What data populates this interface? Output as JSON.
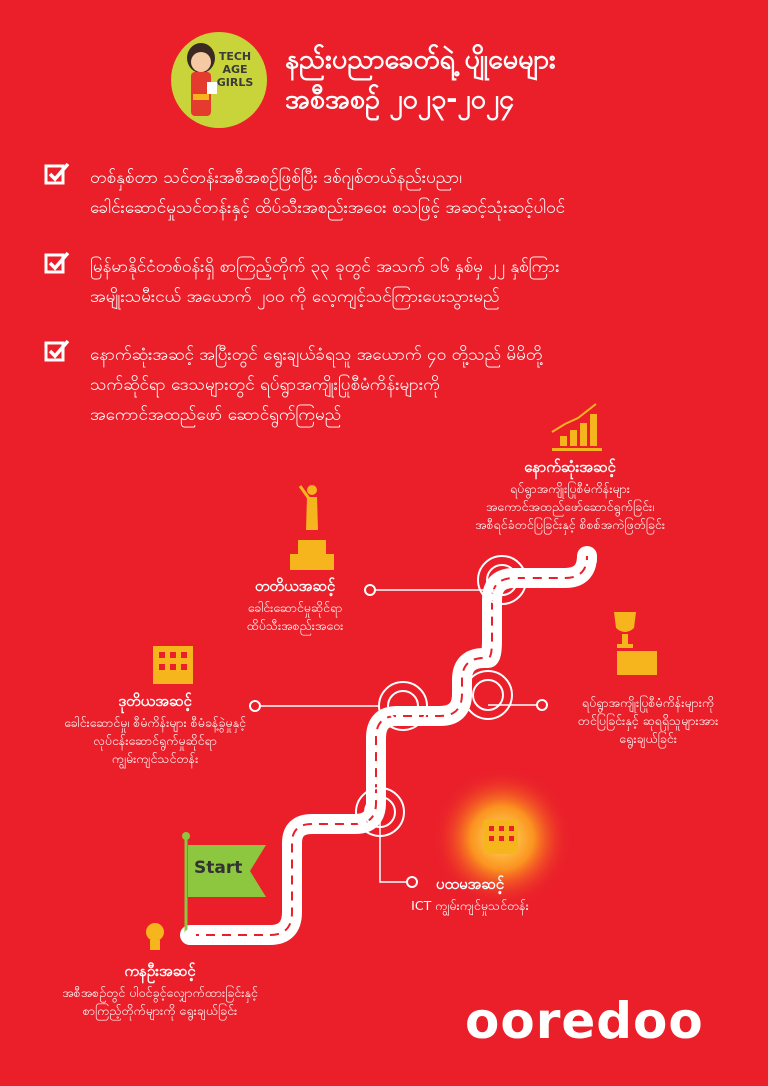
{
  "logo": {
    "badge_text": [
      "TECH",
      "AGE",
      "GIRLS"
    ]
  },
  "title": {
    "line1": "နည်းပညာခေတ်ရဲ့ ပျိုမေများ",
    "line2": "အစီအစဉ် ၂၀၂၃-၂၀၂၄"
  },
  "bullets": [
    {
      "line1": "တစ်နှစ်တာ သင်တန်းအစီအစဉ်ဖြစ်ပြီး ဒစ်ဂျစ်တယ်နည်းပညာ၊",
      "line2": "ခေါင်းဆောင်မှုသင်တန်းနှင့် ထိပ်သီးအစည်းအဝေး စသဖြင့် အဆင့်သုံးဆင့်ပါဝင်"
    },
    {
      "line1": "မြန်မာနိုင်ငံတစ်ဝန်းရှိ စာကြည့်တိုက် ၃၃ ခုတွင် အသက် ၁၆ နှစ်မှ ၂၂ နှစ်ကြား",
      "line2": "အမျိုးသမီးငယ် အယောက် ၂၀၀ ကို လေ့ကျင့်သင်ကြားပေးသွားမည်"
    },
    {
      "line1": "နောက်ဆုံးအဆင့် အပြီးတွင် ရွေးချယ်ခံရသူ အယောက် ၄၀ တို့သည် မိမိတို့",
      "line2": "သက်ဆိုင်ရာ ဒေသများတွင် ရပ်ရွာအကျိုးပြုစီမံကိန်းများကို",
      "line3": "အကောင်အထည်ဖော် ဆောင်ရွက်ကြမည်"
    }
  ],
  "stages": {
    "start_label": "Start",
    "initial": {
      "title": "ကနဦးအဆင့်",
      "desc1": "အစီအစဉ်တွင် ပါဝင်ခွင့်လျှောက်ထားခြင်းနှင့်",
      "desc2": "စာကြည့်တိုက်များကို ရွေးချယ်ခြင်း"
    },
    "first": {
      "title": "ပထမအဆင့်",
      "desc1": "ICT ကျွမ်းကျင်မှုသင်တန်း"
    },
    "second": {
      "title": "ဒုတိယအဆင့်",
      "desc1": "ခေါင်းဆောင်မှု၊ စီမံကိန်းများ စီမံခန့်ခွဲမှုနှင့်",
      "desc2": "လုပ်ငန်းဆောင်ရွက်မှုဆိုင်ရာ",
      "desc3": "ကျွမ်းကျင်သင်တန်း"
    },
    "selection": {
      "desc1": "ရပ်ရွာအကျိုးပြုစီမံကိန်းများကို",
      "desc2": "တင်ပြခြင်းနှင့် ဆုရရှိသူများအား",
      "desc3": "ရွေးချယ်ခြင်း"
    },
    "third": {
      "title": "တတိယအဆင့်",
      "desc1": "ခေါင်းဆောင်မှုဆိုင်ရာ",
      "desc2": "ထိပ်သီးအစည်းအဝေး"
    },
    "final": {
      "title": "နောက်ဆုံးအဆင့်",
      "desc1": "ရပ်ရွာအကျိုးပြုစီမံကိန်းများ",
      "desc2": "အကောင်အထည်ဖော်ဆောင်ရွက်ခြင်း၊",
      "desc3": "အစီရင်ခံတင်ပြခြင်းနှင့် စိစစ်အကဲဖြတ်ခြင်း"
    }
  },
  "brand": {
    "name": "ooredoo"
  },
  "colors": {
    "background": "#ea1f2a",
    "accent": "#f7b51d",
    "flag": "#8dc63f",
    "badge": "#c8d43a",
    "road": "#ffffff"
  }
}
